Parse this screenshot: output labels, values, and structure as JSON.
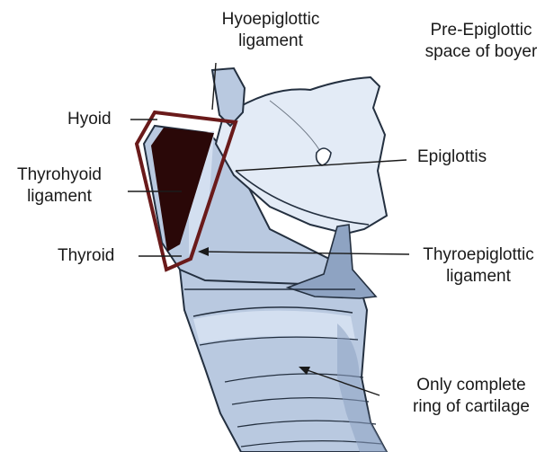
{
  "colors": {
    "cartilage_fill": "#b9c9e0",
    "cartilage_light": "#d3dff0",
    "cartilage_pale": "#e3ebf6",
    "cartilage_dark": "#8ea3c2",
    "outline": "#243040",
    "hyoid_fill": "#2a0808",
    "hyoid_outline": "#6a1a1a",
    "leader_line": "#1a1a1a"
  },
  "labels": {
    "hyoepiglottic": {
      "line1": "Hyoepiglottic",
      "line2": "ligament"
    },
    "pre_epiglottic": {
      "line1": "Pre-Epiglottic",
      "line2": "space of boyer"
    },
    "hyoid": "Hyoid",
    "thyrohyoid": {
      "line1": "Thyrohyoid",
      "line2": "ligament"
    },
    "epiglottis": "Epiglottis",
    "thyroid": "Thyroid",
    "thyroepiglottic": {
      "line1": "Thyroepiglottic",
      "line2": "ligament"
    },
    "cricoid": {
      "line1": "Only complete",
      "line2": "ring of cartilage"
    }
  }
}
